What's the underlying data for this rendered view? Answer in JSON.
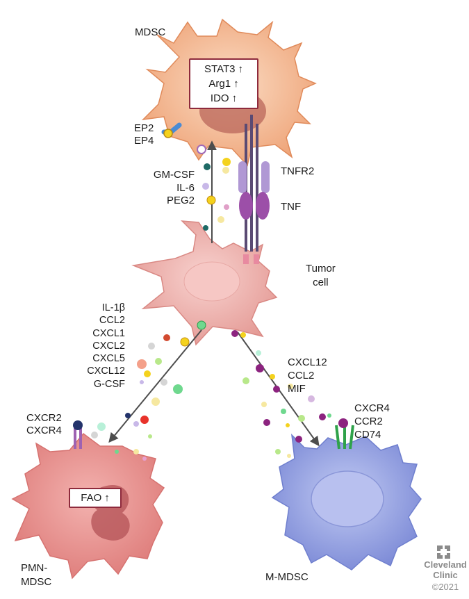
{
  "cells": {
    "mdsc": "MDSC",
    "tumor": [
      "Tumor",
      "cell"
    ],
    "pmn_mdsc": [
      "PMN-",
      "MDSC"
    ],
    "m_mdsc": "M-MDSC"
  },
  "mdsc_box": [
    {
      "name": "STAT3",
      "arrow": "↑"
    },
    {
      "name": "Arg1",
      "arrow": "↑"
    },
    {
      "name": "IDO",
      "arrow": "↑"
    }
  ],
  "fao_box": {
    "name": "FAO",
    "arrow": "↑"
  },
  "receptors": {
    "ep": [
      "EP2",
      "EP4"
    ],
    "tnfr2": "TNFR2",
    "tnf": "TNF",
    "pmn": [
      "CXCR2",
      "CXCR4"
    ],
    "m": [
      "CXCR4",
      "CCR2",
      "CD74"
    ]
  },
  "mediators": {
    "to_mdsc": [
      "GM-CSF",
      "IL-6",
      "PEG2"
    ],
    "to_pmn": [
      "IL-1β",
      "CCL2",
      "CXCL1",
      "CXCL2",
      "CXCL5",
      "CXCL12",
      "G-CSF"
    ],
    "to_m": [
      "CXCL12",
      "CCL2",
      "MIF"
    ]
  },
  "credit": {
    "line1": "Cleveland",
    "line2": "Clinic",
    "line3": "©2021"
  },
  "colors": {
    "mdsc_fill": "#f2b38a",
    "tumor_fill": "#eaa7a2",
    "pmn_fill": "#e88f8d",
    "m_fill": "#8d9be0",
    "box_border": "#8e2a3c",
    "arrow": "#555555"
  }
}
